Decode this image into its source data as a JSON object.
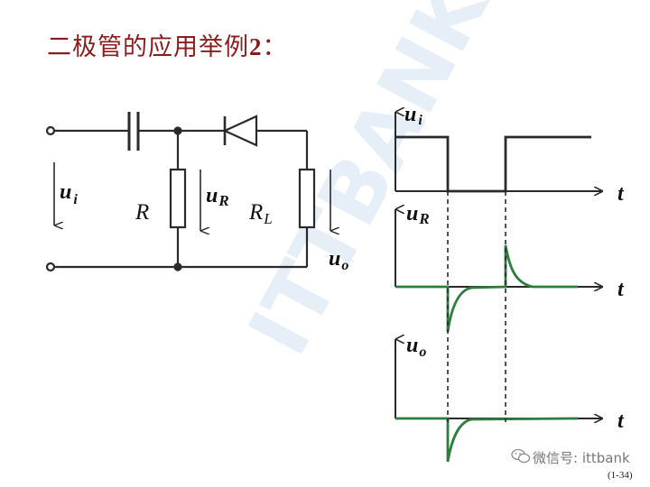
{
  "slide": {
    "title_text": "二极管的应用举例",
    "title_number": "2",
    "title_colon": "：",
    "page_number": "(1-34)",
    "watermark_logo": "ITTBANK",
    "footer_account": "微信号: ittbank",
    "icons": {
      "footer": "wechat-icon"
    }
  },
  "circuit": {
    "labels": {
      "ui_main": "u",
      "ui_sub": "i",
      "r": "R",
      "ur_main": "u",
      "ur_sub": "R",
      "rl_main": "R",
      "rl_sub": "L",
      "uo_main": "u",
      "uo_sub": "o"
    }
  },
  "waveforms": {
    "ui": {
      "label_main": "u",
      "label_sub": "i",
      "axis_label": "t"
    },
    "ur": {
      "label_main": "u",
      "label_sub": "R",
      "axis_label": "t"
    },
    "uo": {
      "label_main": "u",
      "label_sub": "o",
      "axis_label": "t"
    }
  },
  "colors": {
    "title": "#8a1c1c",
    "wire": "#2a2a2a",
    "waveform": "#2e7d3e",
    "watermark": "#cfe0f2"
  }
}
